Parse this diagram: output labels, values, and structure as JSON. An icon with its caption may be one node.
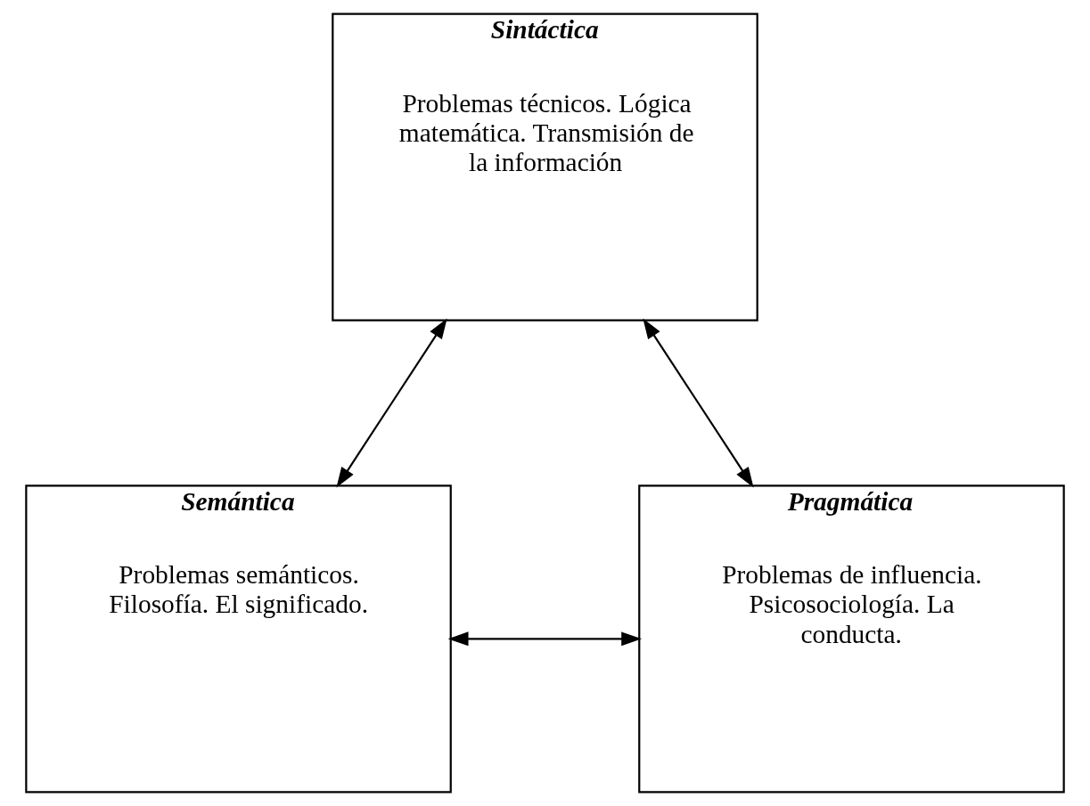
{
  "diagram": {
    "nodes": [
      {
        "text": [
          "Sintáctica",
          "Problemas técnicos. Lógica matemática. Transmisión de la información"
        ]
      },
      {
        "text": [
          "Semántica",
          "Problemas semánticos. Filosofía. El significado."
        ]
      },
      {
        "text": [
          "Pragmática",
          "Problemas de influencia. Psicosociología. La conducta."
        ]
      }
    ],
    "edges": [
      {
        "from": 0,
        "to": 1,
        "arrow": "both"
      },
      {
        "from": 0,
        "to": 2,
        "arrow": "both"
      },
      {
        "from": 1,
        "to": 2,
        "arrow": "both"
      }
    ]
  }
}
